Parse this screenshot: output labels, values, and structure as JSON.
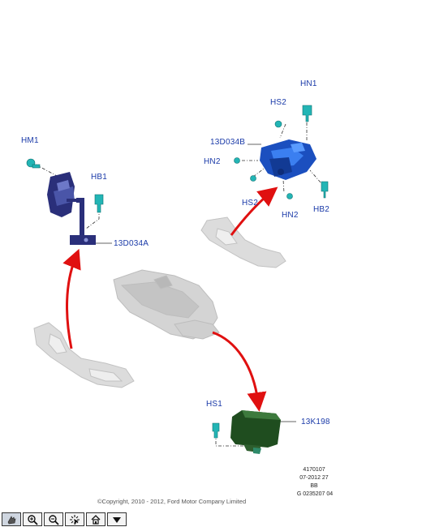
{
  "labels": {
    "hm1": "HM1",
    "hb1": "HB1",
    "part_13d034a": "13D034A",
    "hn1": "HN1",
    "hs2_top": "HS2",
    "part_13d034b": "13D034B",
    "hn2_left": "HN2",
    "hs2_bottom": "HS2",
    "hn2_bottom": "HN2",
    "hb2": "HB2",
    "hs1": "HS1",
    "part_13k198": "13K198"
  },
  "reference": {
    "line1": "4170107",
    "line2": "07-2012 27",
    "line3": "BB",
    "line4": "G 0235207 04"
  },
  "copyright": "©Copyright, 2010 - 2012, Ford Motor Company Limited",
  "toolbar": {
    "icons": [
      "pan-icon",
      "zoom-in-icon",
      "zoom-out-icon",
      "select-icon",
      "home-icon",
      "menu-arrow-icon"
    ]
  },
  "colors": {
    "label_blue": "#1a3aa8",
    "arrow_red": "#e01010",
    "ghost_grey": "#c8c8c8",
    "bracket_dark": "#2a2f7a",
    "sensor_blue": "#1b4fbf",
    "module_green": "#1f4d1f",
    "fastener_teal": "#23b5b5"
  }
}
